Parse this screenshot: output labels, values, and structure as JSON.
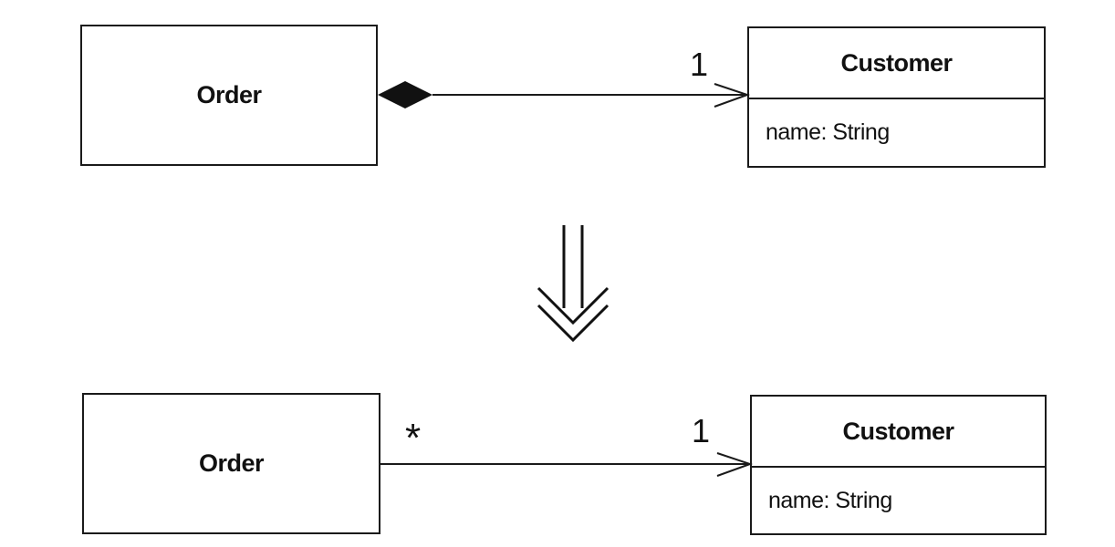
{
  "before": {
    "source_class": {
      "name": "Order"
    },
    "target_class": {
      "name": "Customer",
      "attribute": "name: String"
    },
    "association": {
      "source_end": "composition",
      "target_multiplicity": "1",
      "navigable_to": "Customer"
    }
  },
  "transformation_arrow": {
    "icon": "double-down-arrow-icon"
  },
  "after": {
    "source_class": {
      "name": "Order"
    },
    "target_class": {
      "name": "Customer",
      "attribute": "name: String"
    },
    "association": {
      "source_multiplicity": "*",
      "target_multiplicity": "1",
      "navigable_to": "Customer"
    }
  },
  "colors": {
    "line": "#1a1a1a",
    "background": "#ffffff"
  }
}
